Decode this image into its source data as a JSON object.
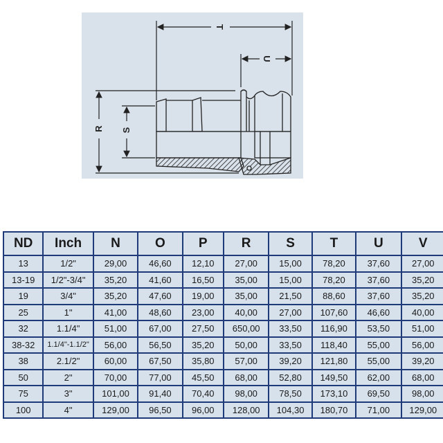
{
  "diagram": {
    "labels": {
      "T": "T",
      "U": "U",
      "R": "R",
      "S": "S"
    }
  },
  "table": {
    "headers": [
      "ND",
      "Inch",
      "N",
      "O",
      "P",
      "R",
      "S",
      "T",
      "U",
      "V"
    ],
    "rows": [
      [
        "13",
        "1/2\"",
        "29,00",
        "46,60",
        "12,10",
        "27,00",
        "15,00",
        "78,20",
        "37,60",
        "27,00"
      ],
      [
        "13-19",
        "1/2\"-3/4\"",
        "35,20",
        "41,60",
        "16,50",
        "35,00",
        "15,00",
        "78,20",
        "37,60",
        "35,20"
      ],
      [
        "19",
        "3/4\"",
        "35,20",
        "47,60",
        "19,00",
        "35,00",
        "21,50",
        "88,60",
        "37,60",
        "35,20"
      ],
      [
        "25",
        "1\"",
        "41,00",
        "48,60",
        "23,00",
        "40,00",
        "27,00",
        "107,60",
        "46,60",
        "40,00"
      ],
      [
        "32",
        "1.1/4\"",
        "51,00",
        "67,00",
        "27,50",
        "650,00",
        "33,50",
        "116,90",
        "53,50",
        "51,00"
      ],
      [
        "38-32",
        "1.1/4\"-1.1/2\"",
        "56,00",
        "56,50",
        "35,20",
        "50,00",
        "33,50",
        "118,40",
        "55,00",
        "56,00"
      ],
      [
        "38",
        "2.1/2\"",
        "60,00",
        "67,50",
        "35,80",
        "57,00",
        "39,20",
        "121,80",
        "55,00",
        "39,20"
      ],
      [
        "50",
        "2\"",
        "70,00",
        "77,00",
        "45,50",
        "68,00",
        "52,80",
        "149,50",
        "62,00",
        "68,00"
      ],
      [
        "75",
        "3\"",
        "101,00",
        "91,40",
        "70,40",
        "98,00",
        "78,50",
        "173,10",
        "69,50",
        "98,00"
      ],
      [
        "100",
        "4\"",
        "129,00",
        "96,50",
        "96,00",
        "128,00",
        "104,30",
        "180,70",
        "71,00",
        "129,00"
      ]
    ]
  }
}
